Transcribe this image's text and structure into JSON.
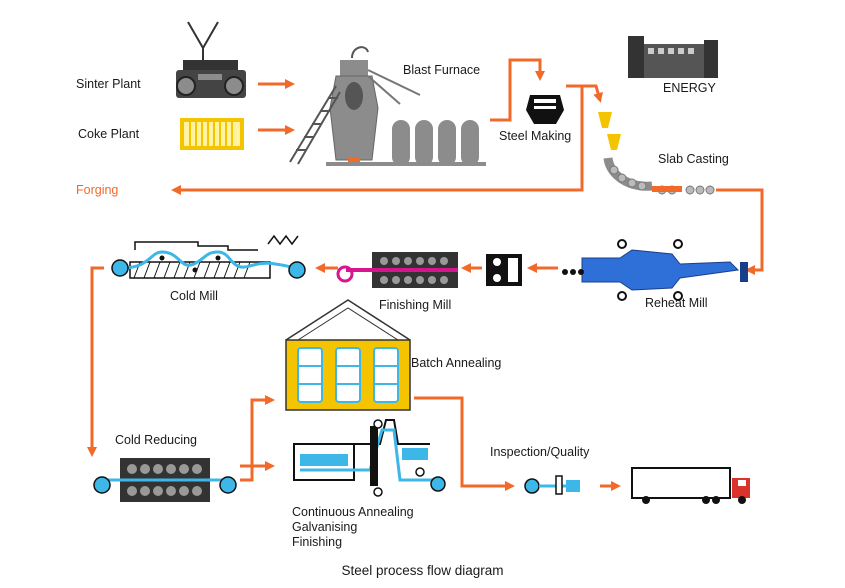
{
  "labels": {
    "sinter_plant": "Sinter Plant",
    "coke_plant": "Coke Plant",
    "blast_furnace": "Blast Furnace",
    "energy": "ENERGY",
    "steel_making": "Steel Making",
    "slab_casting": "Slab Casting",
    "forging": "Forging",
    "cold_mill": "Cold Mill",
    "finishing_mill": "Finishing Mill",
    "reheat_mill": "Reheat Mill",
    "batch_annealing": "Batch Annealing",
    "cold_reducing": "Cold Reducing",
    "inspection_quality": "Inspection/Quality",
    "continuous_annealing_1": "Continuous Annealing",
    "continuous_annealing_2": "Galvanising",
    "continuous_annealing_3": "Finishing"
  },
  "caption": "Steel process flow diagram",
  "colors": {
    "arrow": "#f26a2a",
    "steel_grey": "#8c8c8c",
    "dark": "#222222",
    "yellow": "#f5c400",
    "blue": "#2e6fd8",
    "cyan": "#3db7e8",
    "magenta": "#d6158f"
  }
}
